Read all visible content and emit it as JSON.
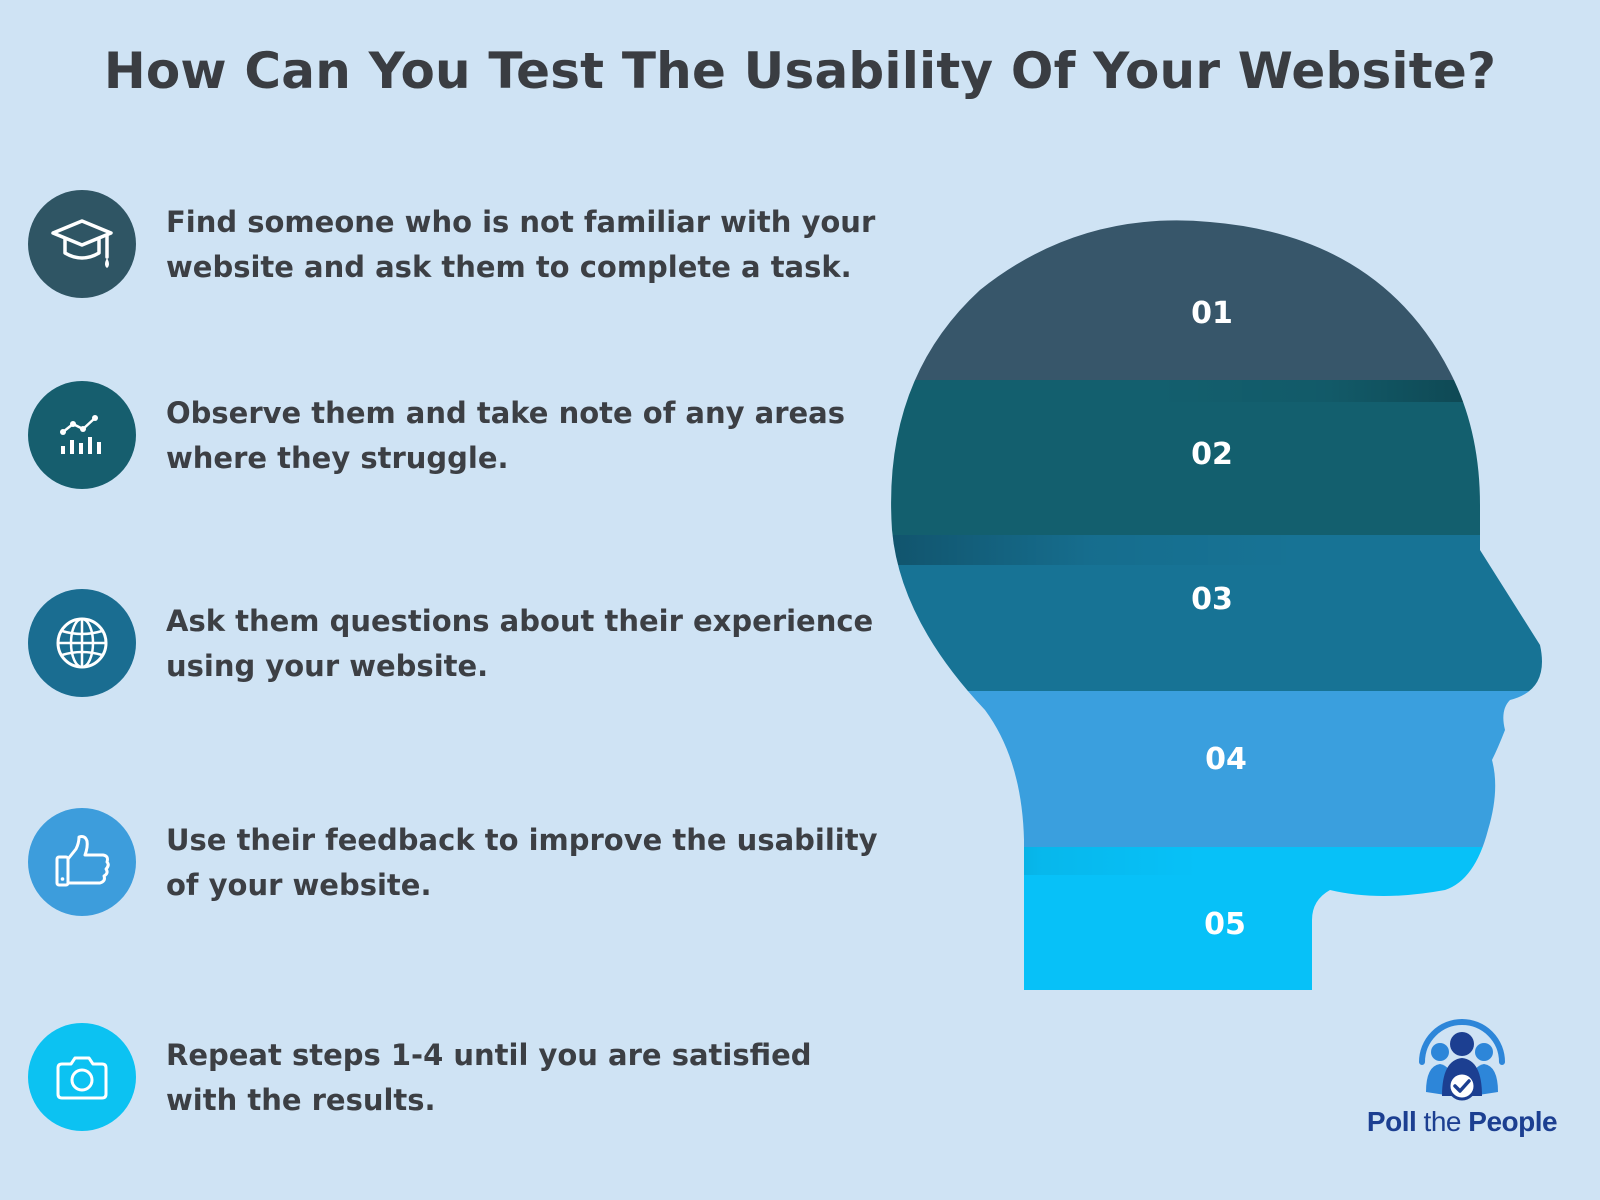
{
  "title": "How Can You Test The Usability Of Your Website?",
  "steps": [
    {
      "text": "Find someone who is not familiar with your website and ask them to complete a task.",
      "icon": "graduation-cap-icon",
      "color": "#2f5564"
    },
    {
      "text": "Observe them and take note of any areas where they struggle.",
      "icon": "analytics-chart-icon",
      "color": "#165e6e"
    },
    {
      "text": "Ask them questions about their experience using your website.",
      "icon": "globe-icon",
      "color": "#1a6d91"
    },
    {
      "text": "Use their feedback to improve the usability of your website.",
      "icon": "thumbs-up-icon",
      "color": "#3d9ddc"
    },
    {
      "text": "Repeat steps 1-4 until you are satisfied with the results.",
      "icon": "camera-icon",
      "color": "#0cc2f2"
    }
  ],
  "head": {
    "bands": [
      {
        "label": "01",
        "color": "#37566a"
      },
      {
        "label": "02",
        "color": "#135f6e"
      },
      {
        "label": "03",
        "color": "#177395"
      },
      {
        "label": "04",
        "color": "#3a9fde"
      },
      {
        "label": "05",
        "color": "#07c1f8"
      }
    ]
  },
  "logo": {
    "word_poll": "Poll",
    "word_the": "the",
    "word_people": "People",
    "color": "#1c3f91"
  }
}
